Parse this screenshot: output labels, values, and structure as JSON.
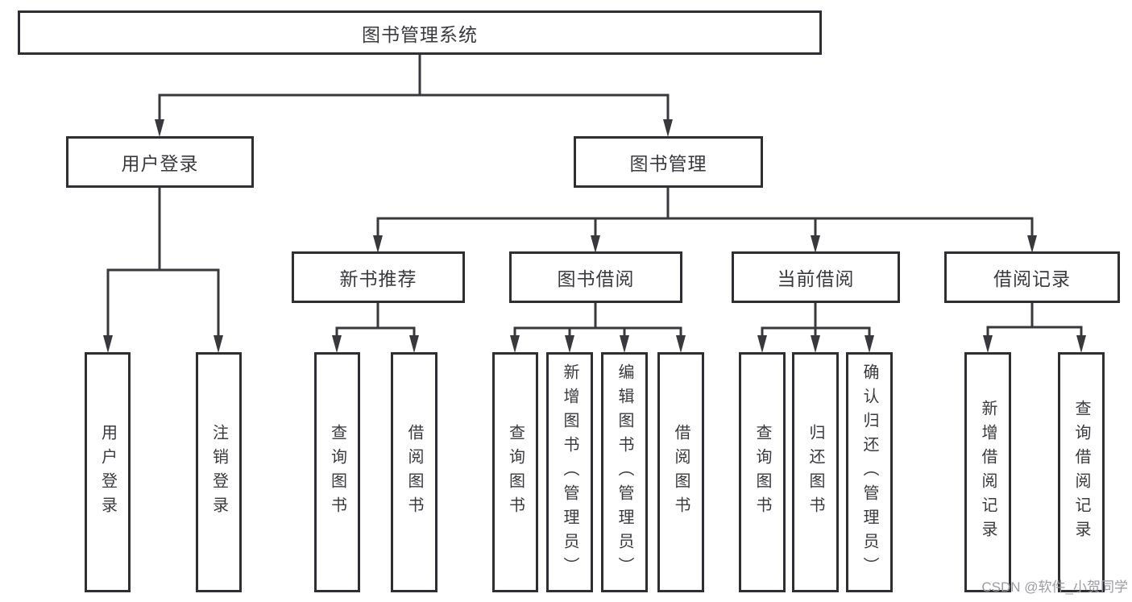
{
  "watermark": "CSDN @软件_小贺同学",
  "colors": {
    "line": "#39393d",
    "box_border": "#2f2f33",
    "text": "#3a3a3e",
    "watermark": "#9b9ba1",
    "background": "#ffffff"
  },
  "tree": {
    "label": "图书管理系统",
    "children": [
      {
        "label": "用户登录",
        "children": [
          {
            "label": "用户登录"
          },
          {
            "label": "注销登录"
          }
        ]
      },
      {
        "label": "图书管理",
        "children": [
          {
            "label": "新书推荐",
            "children": [
              {
                "label": "查询图书"
              },
              {
                "label": "借阅图书"
              }
            ]
          },
          {
            "label": "图书借阅",
            "children": [
              {
                "label": "查询图书"
              },
              {
                "label": "新增图书（管理员）"
              },
              {
                "label": "编辑图书（管理员）"
              },
              {
                "label": "借阅图书"
              }
            ]
          },
          {
            "label": "当前借阅",
            "children": [
              {
                "label": "查询图书"
              },
              {
                "label": "归还图书"
              },
              {
                "label": "确认归还（管理员）"
              }
            ]
          },
          {
            "label": "借阅记录",
            "children": [
              {
                "label": "新增借阅记录"
              },
              {
                "label": "查询借阅记录"
              }
            ]
          }
        ]
      }
    ]
  }
}
